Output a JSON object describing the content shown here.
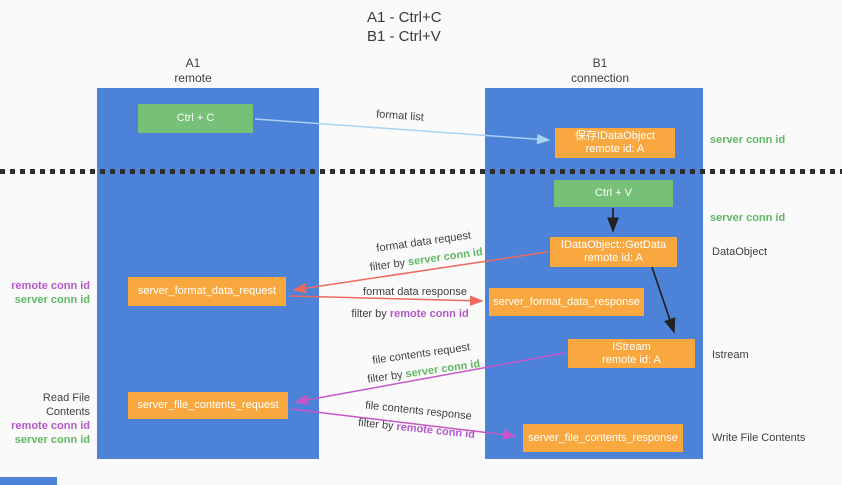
{
  "title": {
    "line1": "A1 - Ctrl+C",
    "line2": "B1 - Ctrl+V"
  },
  "lanes": {
    "left": {
      "id": "A1",
      "label": "remote"
    },
    "right": {
      "id": "B1",
      "label": "connection"
    }
  },
  "boxes": {
    "ctrl_c": {
      "label": "Ctrl + C"
    },
    "save_obj": {
      "line1": "保存IDataObject",
      "line2": "remote id: A"
    },
    "ctrl_v": {
      "label": "Ctrl + V"
    },
    "getdata": {
      "line1": "IDataObject::GetData",
      "line2": "remote id: A"
    },
    "fmt_req": {
      "label": "server_format_data_request"
    },
    "fmt_resp": {
      "label": "server_format_data_response"
    },
    "istream": {
      "line1": "IStream",
      "line2": "remote id: A"
    },
    "file_req": {
      "label": "server_file_contents_request"
    },
    "file_resp": {
      "label": "server_file_contents_response"
    }
  },
  "flow_labels": {
    "format_list": "format list",
    "fmt_req_line1": "format data request",
    "fmt_req_line2_prefix": "filter by ",
    "fmt_req_line2_key": "server conn id",
    "fmt_resp_line1": "format data response",
    "fmt_resp_line2_prefix": "filter by ",
    "fmt_resp_line2_key": "remote conn id",
    "file_req_line1": "file contents request",
    "file_req_line2_prefix": "filter by ",
    "file_req_line2_key": "server conn id",
    "file_resp_line1": "file contents response",
    "file_resp_line2_prefix": "filter by ",
    "file_resp_line2_key": "remote conn id"
  },
  "annotations": {
    "right_server_conn_1": "server conn id",
    "right_server_conn_2": "server conn id",
    "right_dataobject": "DataObject",
    "right_istream": "Istream",
    "right_write_file": "Write File Contents",
    "left_remote_conn_1": "remote conn id",
    "left_server_conn_1": "server conn id",
    "left_read_file": "Read File Contents",
    "left_remote_conn_2": "remote conn id",
    "left_server_conn_2": "server conn id"
  },
  "colors": {
    "lane_blue": "#4c82d8",
    "box_green": "#77c077",
    "box_orange": "#f8a83e",
    "arrow_light_blue": "#a9d3f0",
    "arrow_red": "#ed6a5e",
    "arrow_purple": "#c757c7",
    "arrow_black": "#222222",
    "text_green": "#61b864",
    "text_purple": "#b558c9"
  }
}
